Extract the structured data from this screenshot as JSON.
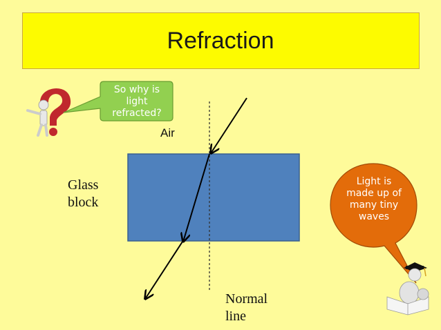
{
  "title": "Refraction",
  "labels": {
    "air": "Air",
    "glass_line1": "Glass",
    "glass_line2": "block",
    "normal_line1": "Normal",
    "normal_line2": "line"
  },
  "bubbles": {
    "question": [
      "So why is",
      "light",
      "refracted?"
    ],
    "answer": [
      "Light is",
      "made up of",
      "many tiny",
      "waves"
    ]
  },
  "colors": {
    "background": "#fefb9a",
    "title_bar": "#fdfb00",
    "glass_block": "#4f81bd",
    "question_bubble": "#92d050",
    "answer_bubble": "#e36c0a",
    "question_mark": "#c0282d"
  },
  "icons": [
    "thinking-figure-question-mark-icon",
    "reading-graduate-figure-icon"
  ]
}
